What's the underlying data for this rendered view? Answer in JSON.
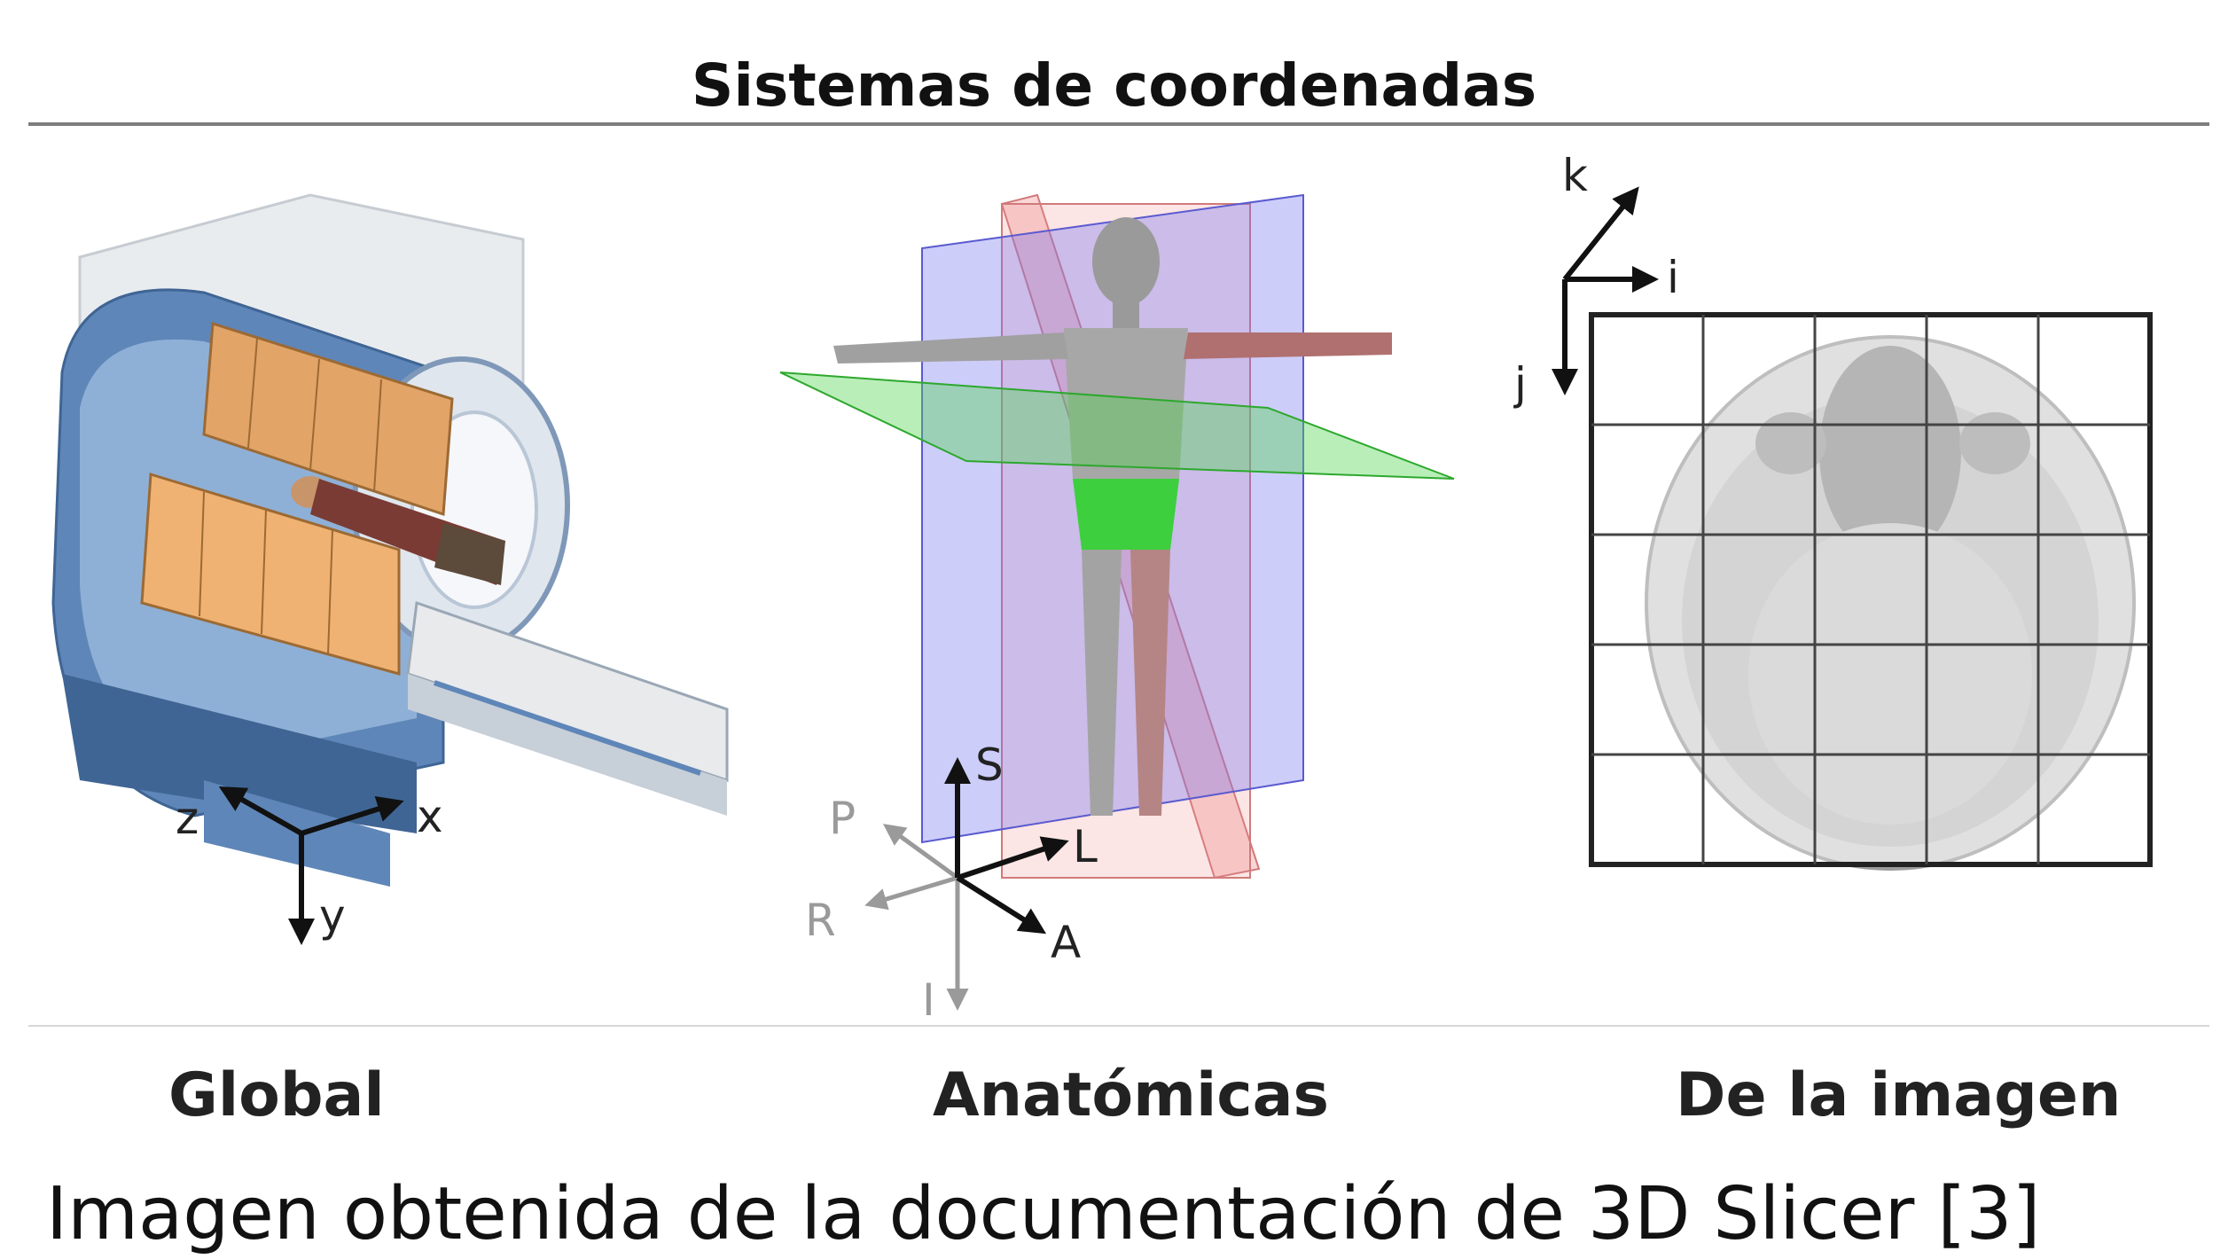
{
  "title": "Sistemas de coordenadas",
  "panels": {
    "global": {
      "label": "Global",
      "axes": {
        "x": "x",
        "y": "y",
        "z": "z"
      }
    },
    "anatomical": {
      "label": "Anatómicas",
      "axes": {
        "S": "S",
        "I": "I",
        "L": "L",
        "R": "R",
        "A": "A",
        "P": "P"
      },
      "plane_colors": {
        "sagittal": "#f08a8a",
        "coronal": "#6f6ff0",
        "axial": "#4fd54f"
      }
    },
    "image": {
      "label": "De la imagen",
      "axes": {
        "i": "i",
        "j": "j",
        "k": "k"
      },
      "grid": {
        "rows": 5,
        "cols": 5
      }
    }
  },
  "caption": "Imagen obtenida de la documentación de 3D Slicer [3]"
}
